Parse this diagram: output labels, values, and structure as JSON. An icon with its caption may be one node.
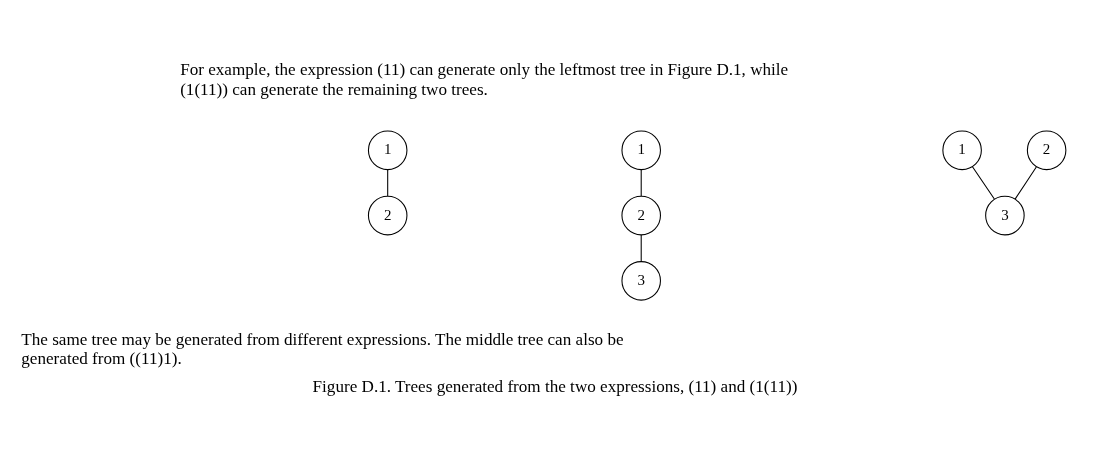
{
  "diagram": {
    "caption": "Figure D.1. Trees generated from the two expressions, (11) and (1(11))",
    "nodes": [
      {
        "text": [
          "1"
        ]
      },
      {
        "text": [
          "2"
        ]
      },
      {
        "text": [
          "1"
        ]
      },
      {
        "text": [
          "2"
        ]
      },
      {
        "text": [
          "3"
        ]
      },
      {
        "text": [
          "1"
        ]
      },
      {
        "text": [
          "2"
        ]
      },
      {
        "text": [
          "3"
        ]
      }
    ],
    "edges": [
      {
        "from": 0,
        "to": 1,
        "arrow": "none"
      },
      {
        "from": 2,
        "to": 3,
        "arrow": "none"
      },
      {
        "from": 3,
        "to": 4,
        "arrow": "none"
      },
      {
        "from": 5,
        "to": 7,
        "arrow": "none"
      },
      {
        "from": 6,
        "to": 7,
        "arrow": "none"
      }
    ],
    "labels": [
      "For example, the expression (11) can generate only the leftmost tree in Figure D.1, while (1(11)) can generate the remaining two trees.",
      "The same tree may be generated from different expressions. The middle tree can also be generated from ((11)1)."
    ]
  }
}
